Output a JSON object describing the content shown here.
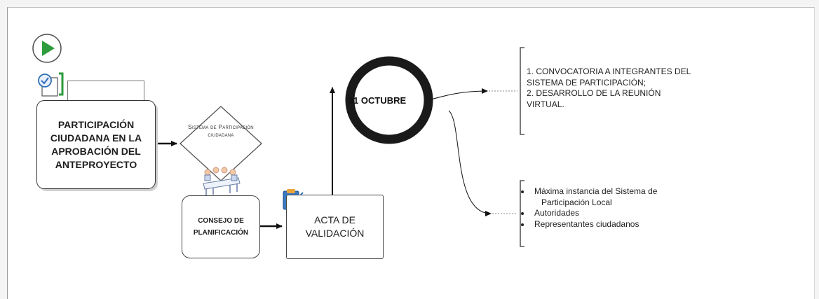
{
  "process": {
    "start_icon": "play-start-icon",
    "main_task": "PARTICIPACIÓN CIUDADANA EN LA APROBACIÓN DEL ANTEPROYECTO",
    "main_task_icon": "checklist-document-icon",
    "decision": "Sistema de Participación ciudadana",
    "consejo": "CONSEJO DE PLANIFICACIÓN",
    "consejo_icon": "meeting-people-icon",
    "acta": "ACTA DE VALIDACIÓN",
    "acta_icon": "clipboard-check-icon",
    "event": "31 OCTUBRE"
  },
  "annotations": {
    "top": [
      "1. CONVOCATORIA A INTEGRANTES DEL",
      "SISTEMA DE PARTICIPACIÓN;",
      "2. DESARROLLO DE LA REUNIÓN",
      "VIRTUAL."
    ],
    "bottom": {
      "item1_line1": "Máxima instancia del Sistema de",
      "item1_line2": "Participación Local",
      "item2": "Autoridades",
      "item3": "Representantes ciudadanos"
    }
  },
  "colors": {
    "start_green": "#2e9b3c",
    "event_ring": "#1a1a1a",
    "icon_blue": "#2f6fb8"
  }
}
